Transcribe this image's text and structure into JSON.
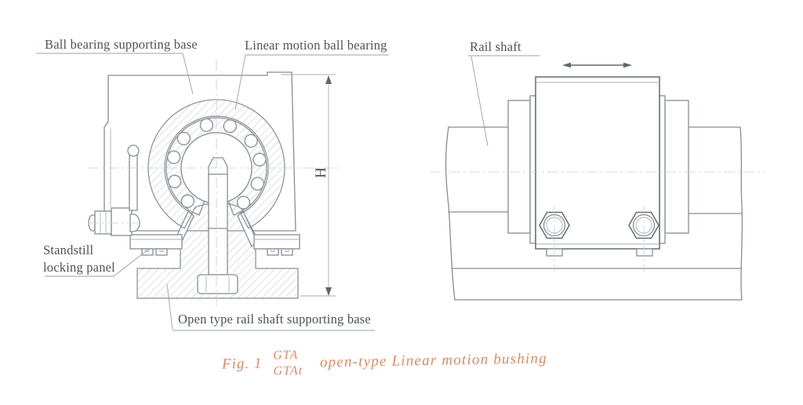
{
  "figure": {
    "type": "engineering-drawing",
    "labels": {
      "ball_bearing_base": "Ball bearing supporting base",
      "linear_motion_bearing": "Linear motion ball bearing",
      "rail_shaft": "Rail shaft",
      "standstill_locking_panel": "Standstill\nlocking panel",
      "open_type_base": "Open type rail shaft supporting base",
      "dimension_h": "H"
    },
    "caption": {
      "fig_no": "Fig. 1",
      "model_top": "GTA",
      "model_bottom": "GTAt",
      "title": "open-type Linear motion bushing"
    },
    "colors": {
      "caption_text": "#dd8a62",
      "label_text": "#4d535a",
      "line_main": "#878d95",
      "line_dark": "#646a72",
      "line_light": "#a9afb6",
      "background": "#ffffff"
    }
  }
}
